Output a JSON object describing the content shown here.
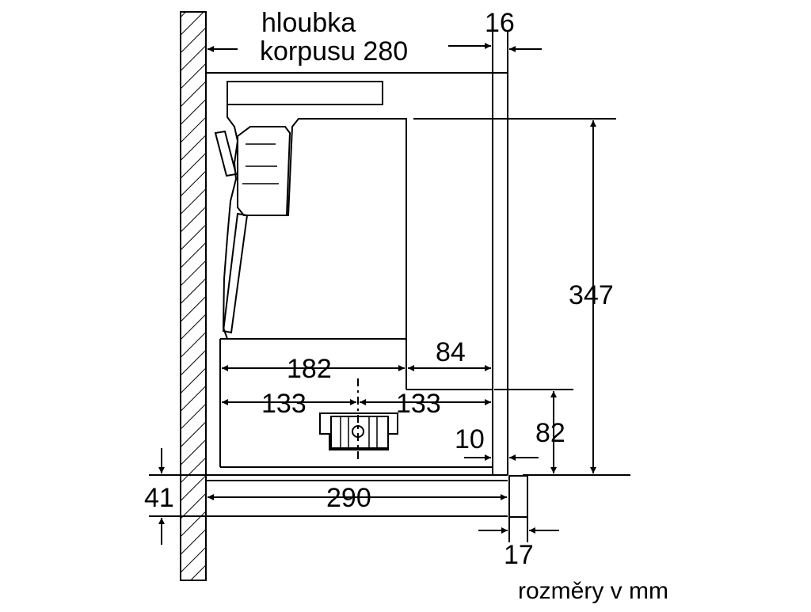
{
  "diagram": {
    "labels": {
      "depth_line1": "hloubka",
      "depth_line2": "korpusu 280",
      "dim_16": "16",
      "dim_347": "347",
      "dim_84": "84",
      "dim_182": "182",
      "dim_133_left": "133",
      "dim_133_right": "133",
      "dim_82": "82",
      "dim_10": "10",
      "dim_41": "41",
      "dim_290": "290",
      "dim_17": "17",
      "units": "rozměry v mm"
    }
  }
}
